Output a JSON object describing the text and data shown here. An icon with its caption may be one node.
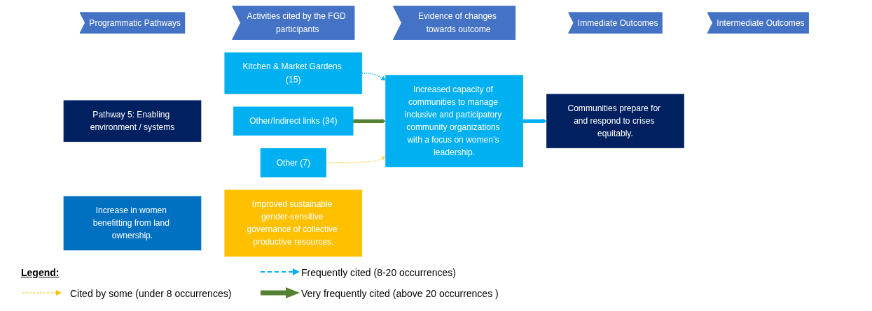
{
  "diagram": {
    "nodes": [
      {
        "text": [
          "Programmatic Pathways"
        ]
      },
      {
        "text": [
          "Activities cited by the FGD participants"
        ]
      },
      {
        "text": [
          "Evidence of changes towards outcome"
        ]
      },
      {
        "text": [
          "Immediate Outcomes"
        ]
      },
      {
        "text": [
          "Intermediate Outcomes"
        ]
      },
      {
        "text": [
          "Pathway 5: Enabling environment / systems"
        ]
      },
      {
        "text": [
          "Kitchen & Market Gardens (15)"
        ]
      },
      {
        "text": [
          "Other/Indirect links (34)"
        ]
      },
      {
        "text": [
          "Other (7)"
        ]
      },
      {
        "text": [
          "Increase in women benefitting from land ownership."
        ]
      },
      {
        "text": [
          "Increased capacity of communities to manage inclusive and participatory community organizations with a focus on women’s leadership."
        ]
      },
      {
        "text": [
          "Improved sustainable gender-sensitive governance of collective productive resources."
        ]
      },
      {
        "text": [
          "Communities prepare for and respond to crises equitably."
        ]
      }
    ],
    "edges": [
      {
        "from": 6,
        "to": 10,
        "arrow": "to",
        "style": "dashed",
        "color": "#00b0f0"
      },
      {
        "from": 7,
        "to": 10,
        "arrow": "to",
        "style": "thick",
        "color": "#548235"
      },
      {
        "from": 8,
        "to": 10,
        "arrow": "to",
        "style": "dashed",
        "color": "#ffd966"
      },
      {
        "from": 10,
        "to": 12,
        "arrow": "to",
        "style": "thick",
        "color": "#00b0f0"
      }
    ],
    "labels": [
      "Legend:"
    ],
    "legend": [
      {
        "text": "Frequently cited (8-20 occurrences)"
      },
      {
        "text": "Cited by some  (under 8 occurrences)"
      },
      {
        "text": "Very frequently cited (above 20 occurrences )"
      }
    ]
  }
}
